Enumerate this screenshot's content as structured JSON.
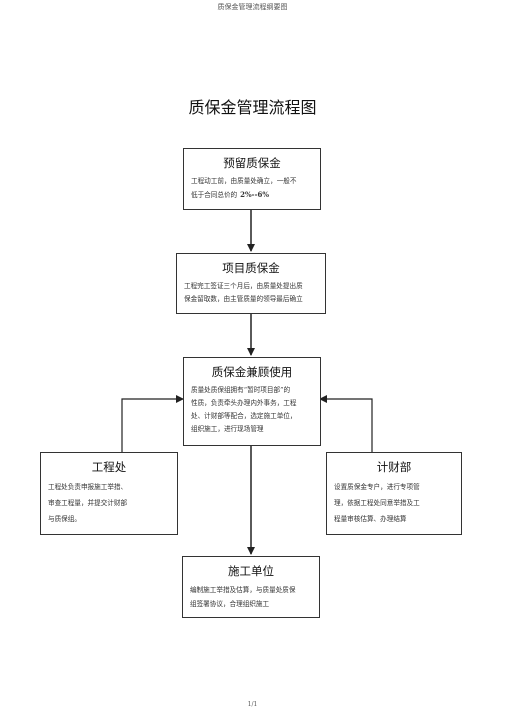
{
  "page_header": "质保金管理流程纲要图",
  "title": "质保金管理流程图",
  "boxes": {
    "retain": {
      "title": "预留质保金",
      "line1": "工程动工前，由质量处确立，一般不",
      "line2": "低于合同总价的",
      "highlight": "2%--6%"
    },
    "project": {
      "title": "项目质保金",
      "line1": "工程完工签证三个月后，由质量处提出质",
      "line2": "保金留取数，由主管质量的领导最后确立"
    },
    "usage": {
      "title": "质保金兼顾使用",
      "lines": [
        "质量处质保组拥有“暂时项目部”的",
        "性质，负责牵头办理内外事务，工程",
        "处、计财部等配合，选定施工单位，",
        "组织施工，进行现场管理"
      ]
    },
    "engineering": {
      "title": "工程处",
      "lines": [
        "工程处负责申报施工举措、",
        "审查工程量，并提交计财部",
        "与质保组。"
      ]
    },
    "finance": {
      "title": "计财部",
      "lines": [
        "设置质保金专户，进行专项管",
        "理，依据工程处同意举措及工",
        "程量审核估算、办理结算"
      ]
    },
    "construction": {
      "title": "施工单位",
      "lines": [
        "编制施工举措及估算，与质量处质保",
        "组签署协议，合理组织施工"
      ]
    }
  },
  "page_footer": "1/1"
}
